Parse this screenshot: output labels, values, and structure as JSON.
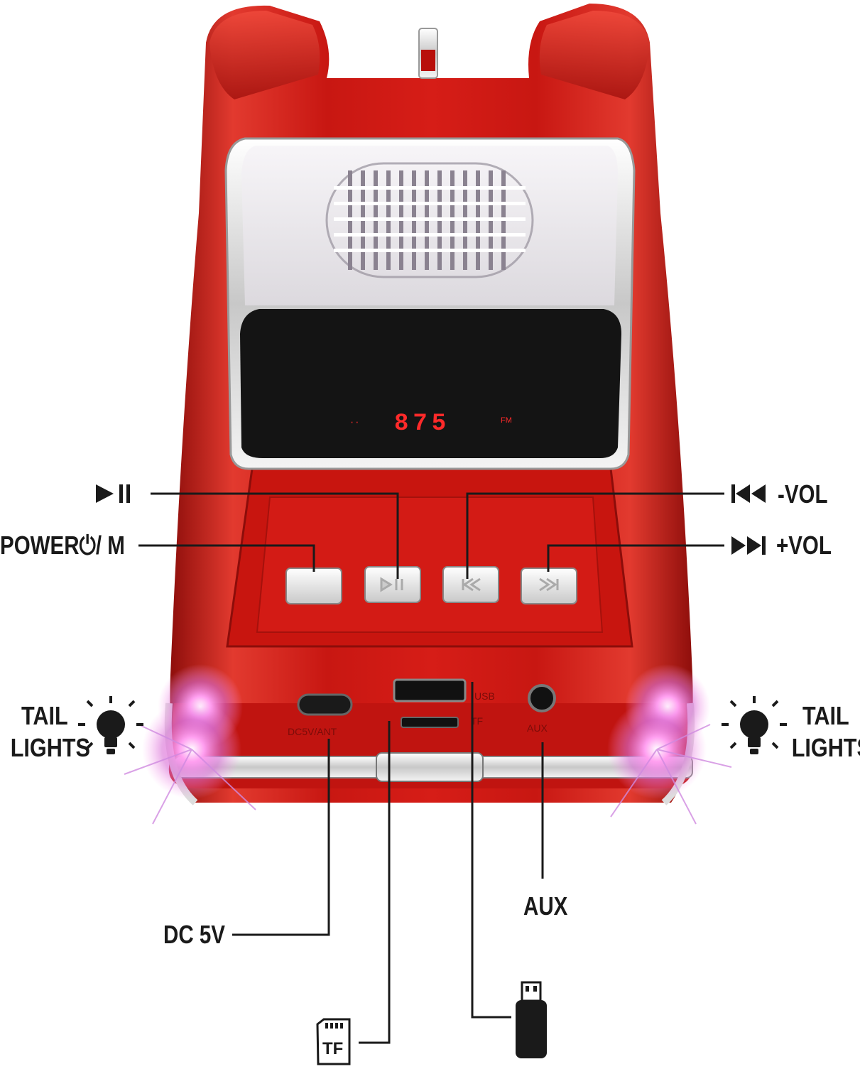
{
  "labels": {
    "play_pause": "▶II",
    "power_mode": "POWER⏻/ M",
    "prev_vol_down": "-VOL",
    "next_vol_up": "+VOL",
    "tail_lights_left_line1": "TAIL",
    "tail_lights_left_line2": "LIGHTS",
    "tail_lights_right_line1": "TAIL",
    "tail_lights_right_line2": "LIGHTS",
    "dc5v": "DC 5V",
    "aux": "AUX",
    "tf": "TF",
    "usb": "USB"
  },
  "display": {
    "digits": "875",
    "left_indicator": "··",
    "right_indicator": "FM"
  },
  "panel_text": {
    "dc_port": "DC5V/ANT",
    "usb_port": "USB",
    "tf_port": "TF",
    "aux_port": "AUX"
  },
  "colors": {
    "body_red": "#d81f1a",
    "dark_red": "#8c0d0a",
    "chrome": "#e6e6e6",
    "grille": "#f2eff4",
    "screen": "#141414",
    "led": "#ff2a2a",
    "tail_glow": "#ff7fe6",
    "label": "#1a1a1a"
  },
  "icons": [
    "play-pause-icon",
    "power-icon",
    "prev-track-icon",
    "next-track-icon",
    "light-bulb-icon",
    "tf-card-icon",
    "usb-drive-icon"
  ]
}
